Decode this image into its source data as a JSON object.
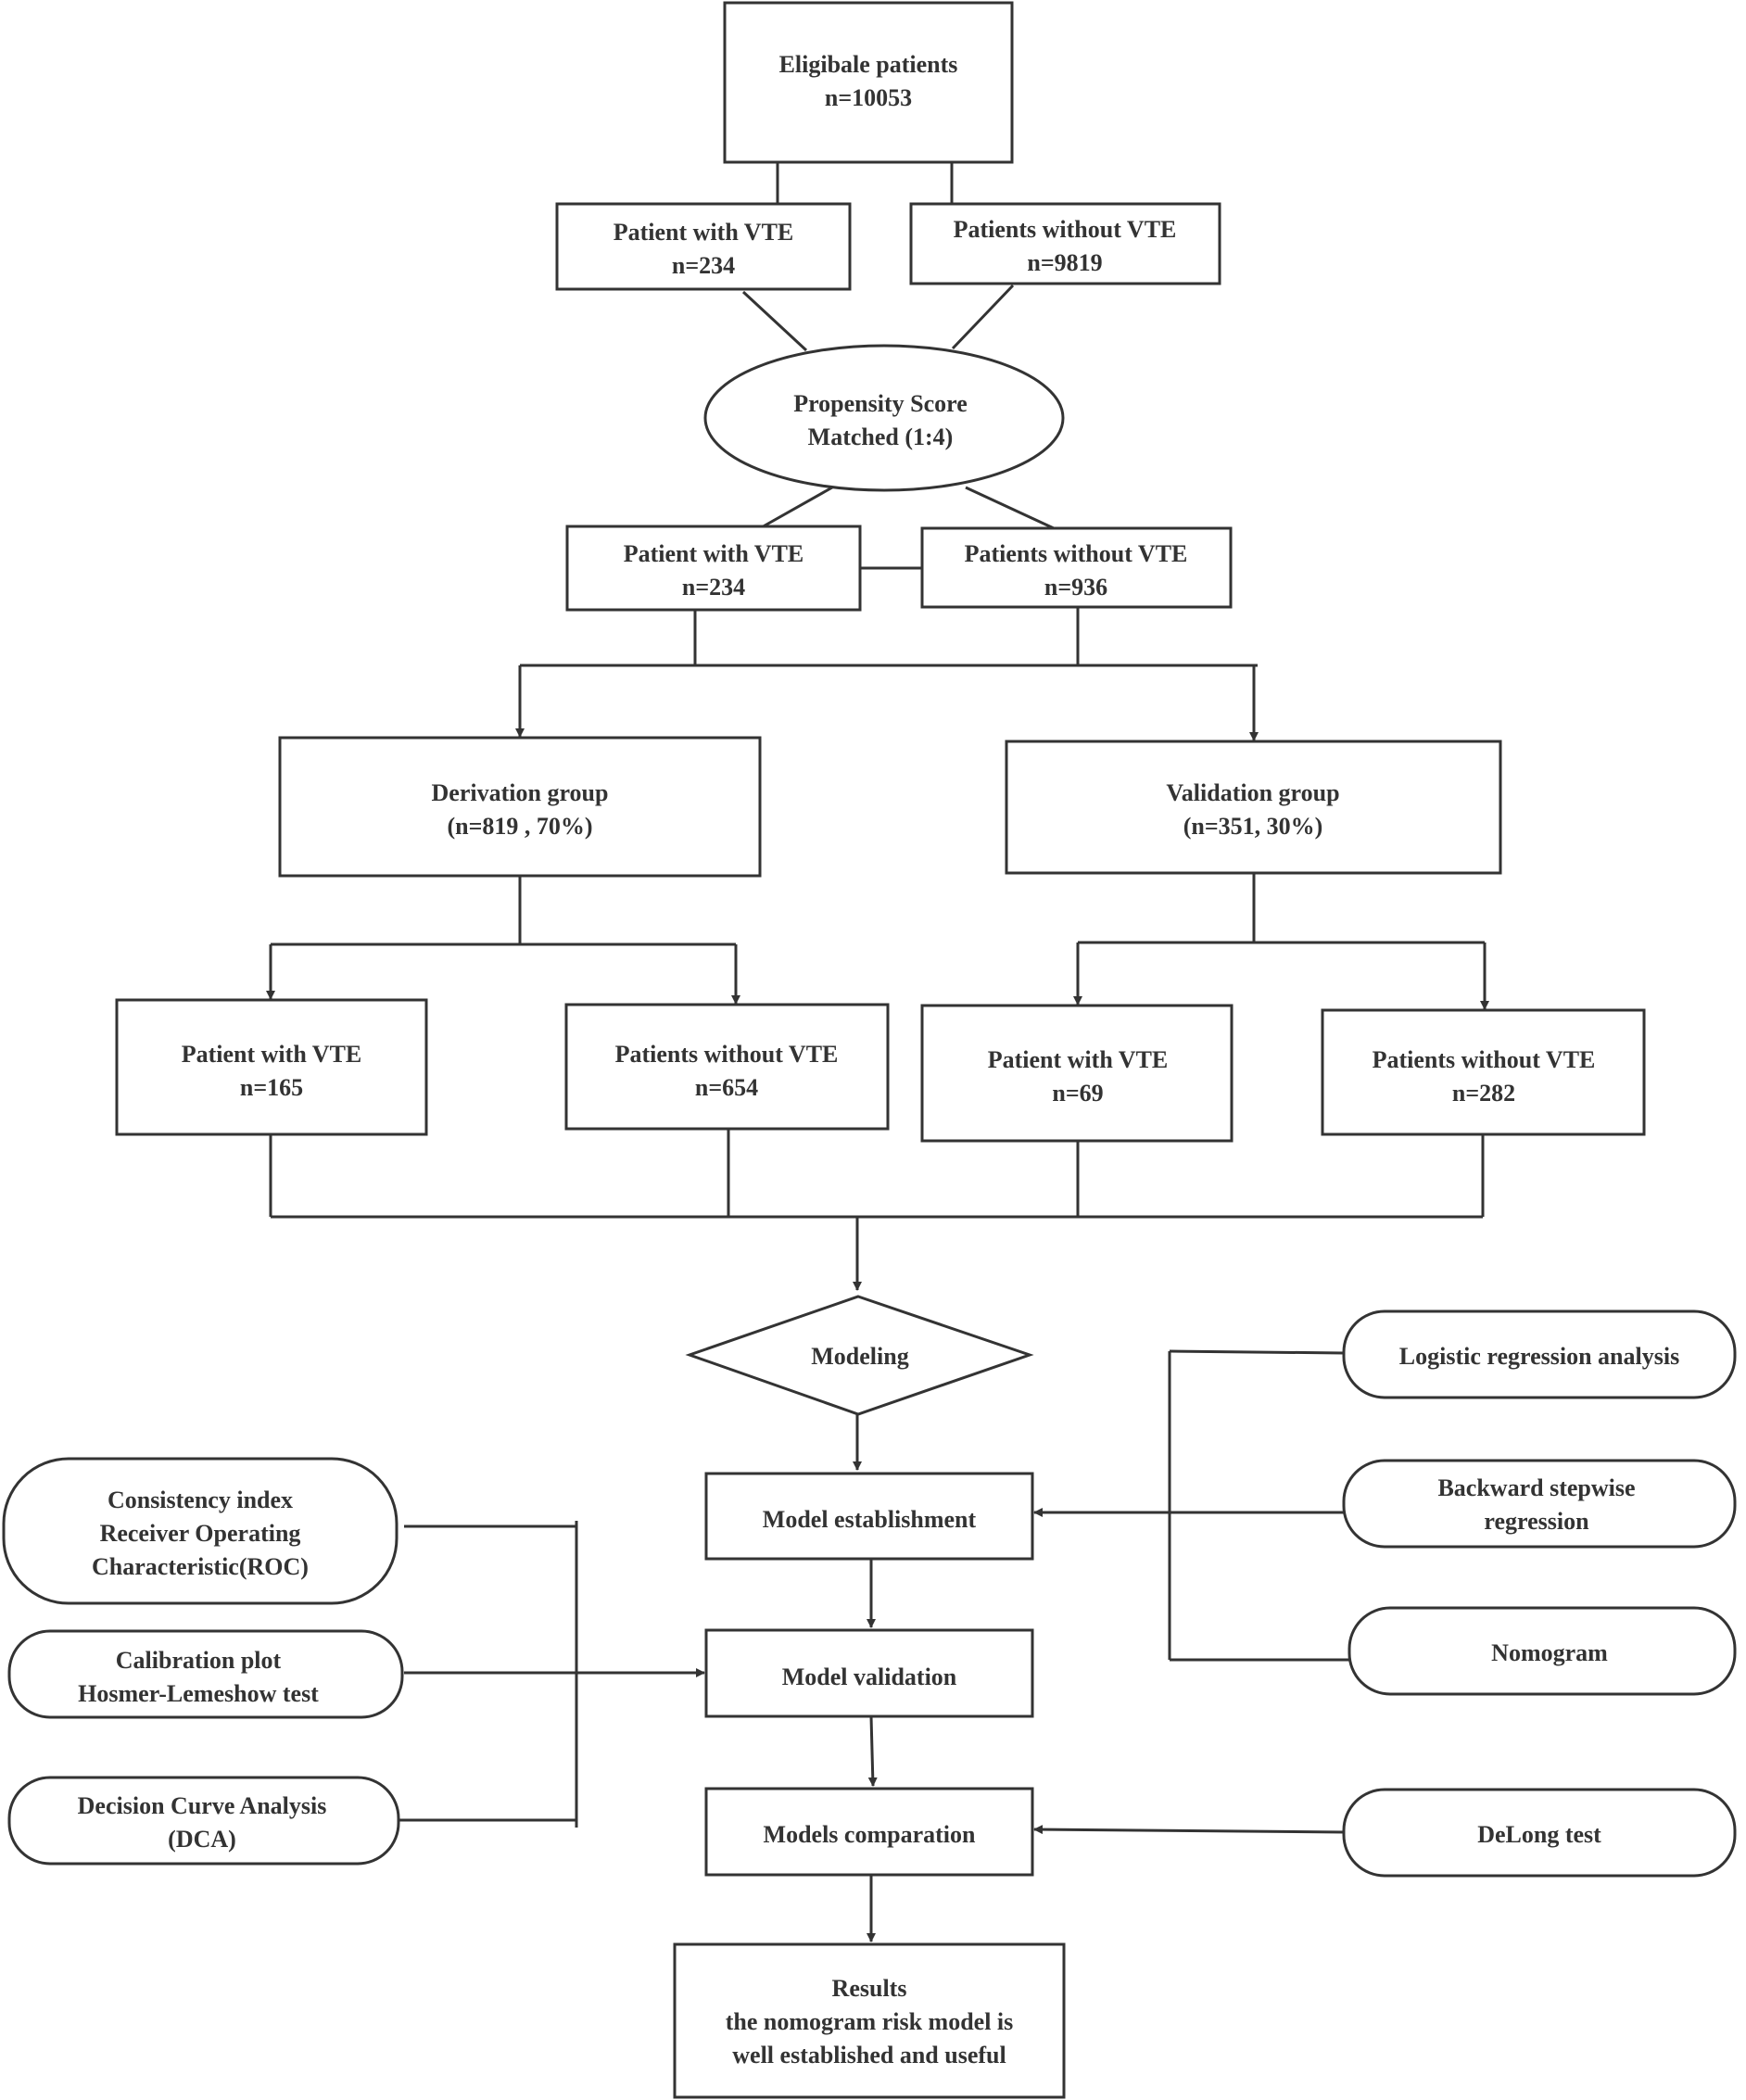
{
  "diagram": {
    "eligible": {
      "line1": "Eligibale patients",
      "line2": "n=10053"
    },
    "pre_vte": {
      "line1": "Patient with VTE",
      "line2": "n=234"
    },
    "pre_novte": {
      "line1": "Patients without VTE",
      "line2": "n=9819"
    },
    "psm": {
      "line1": "Propensity Score",
      "line2": "Matched (1:4)"
    },
    "match_vte": {
      "line1": "Patient with VTE",
      "line2": "n=234"
    },
    "match_novte": {
      "line1": "Patients without VTE",
      "line2": "n=936"
    },
    "derivation": {
      "line1": "Derivation group",
      "line2": "(n=819 , 70%)"
    },
    "validation": {
      "line1": "Validation group",
      "line2": "(n=351,  30%)"
    },
    "der_vte": {
      "line1": "Patient with VTE",
      "line2": "n=165"
    },
    "der_novte": {
      "line1": "Patients without VTE",
      "line2": "n=654"
    },
    "val_vte": {
      "line1": "Patient with VTE",
      "line2": "n=69"
    },
    "val_novte": {
      "line1": "Patients without VTE",
      "line2": "n=282"
    },
    "modeling": {
      "label": "Modeling"
    },
    "establishment": {
      "label": "Model establishment"
    },
    "model_validation": {
      "label": "Model validation"
    },
    "comparation": {
      "label": "Models comparation"
    },
    "results": {
      "line1": "Results",
      "line2": "the nomogram risk model is",
      "line3": "well established and useful"
    },
    "logistic": {
      "label": "Logistic regression analysis"
    },
    "backward": {
      "line1": "Backward stepwise",
      "line2": "regression"
    },
    "nomogram": {
      "label": "Nomogram"
    },
    "delong": {
      "label": "DeLong test"
    },
    "consistency": {
      "line1": "Consistency index",
      "line2": "Receiver Operating",
      "line3": "Characteristic(ROC)"
    },
    "calibration": {
      "line1": "Calibration plot",
      "line2": "Hosmer-Lemeshow test"
    },
    "dca": {
      "line1": "Decision Curve Analysis",
      "line2": "(DCA)"
    }
  }
}
